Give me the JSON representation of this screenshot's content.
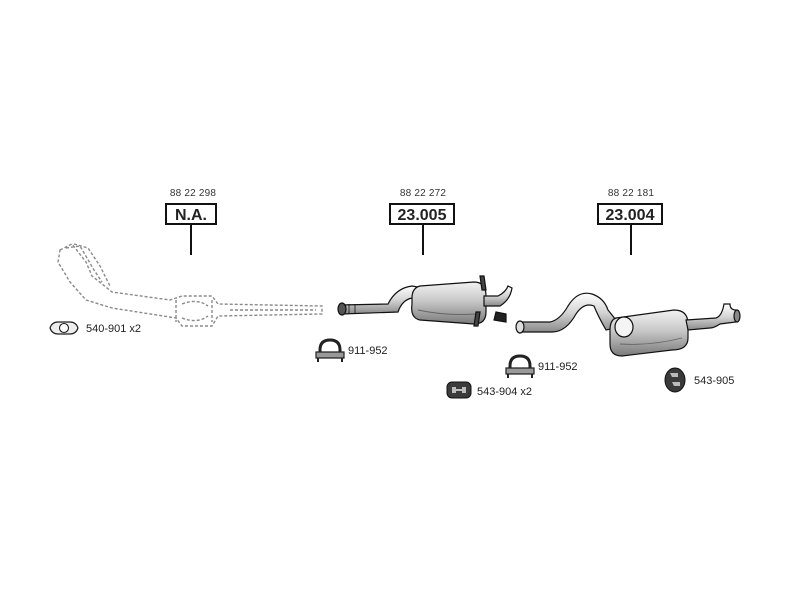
{
  "parts": [
    {
      "oe_number": "88 22 298",
      "part_number": "N.A."
    },
    {
      "oe_number": "88 22 272",
      "part_number": "23.005"
    },
    {
      "oe_number": "88 22 181",
      "part_number": "23.004"
    }
  ],
  "accessories": [
    {
      "code": "540-901 x2",
      "icon": "gasket-icon"
    },
    {
      "code": "911-952",
      "icon": "u-clamp-icon"
    },
    {
      "code": "911-952",
      "icon": "u-clamp-icon"
    },
    {
      "code": "543-904 x2",
      "icon": "rubber-hanger-icon"
    },
    {
      "code": "543-905",
      "icon": "rubber-mount-icon"
    }
  ],
  "colors": {
    "line": "#111111",
    "part_fill": "#d9d9d9",
    "part_dark": "#6e6e6e",
    "na_outline": "#8a8a8a"
  }
}
